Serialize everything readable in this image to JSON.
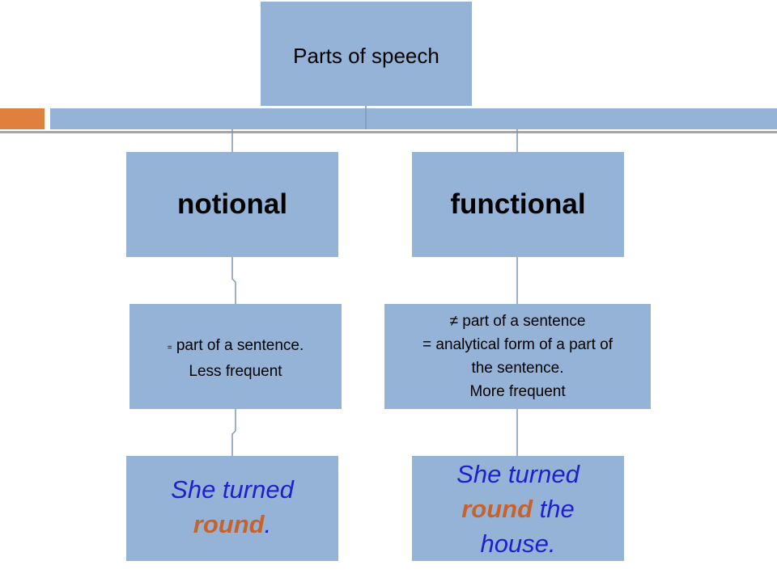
{
  "root": {
    "label": "Parts of speech"
  },
  "branches": [
    {
      "header": "notional",
      "description": {
        "symbol": "=",
        "line1": "part of a sentence.",
        "line2": "Less frequent"
      },
      "example": {
        "text1": "She turned",
        "highlight": "round",
        "text2": "."
      }
    },
    {
      "header": "functional",
      "description": {
        "line1": "≠ part of a sentence",
        "line2": "= analytical form of a part of",
        "line3": "the sentence.",
        "line4": "More frequent"
      },
      "example": {
        "text1": "She turned",
        "highlight": "round",
        "text2": "the",
        "text3": "house."
      }
    }
  ],
  "colors": {
    "box": "#95b3d7",
    "accent_orange": "#e0803f",
    "example_text": "#1f1fcf",
    "highlight_text": "#c7622a"
  }
}
